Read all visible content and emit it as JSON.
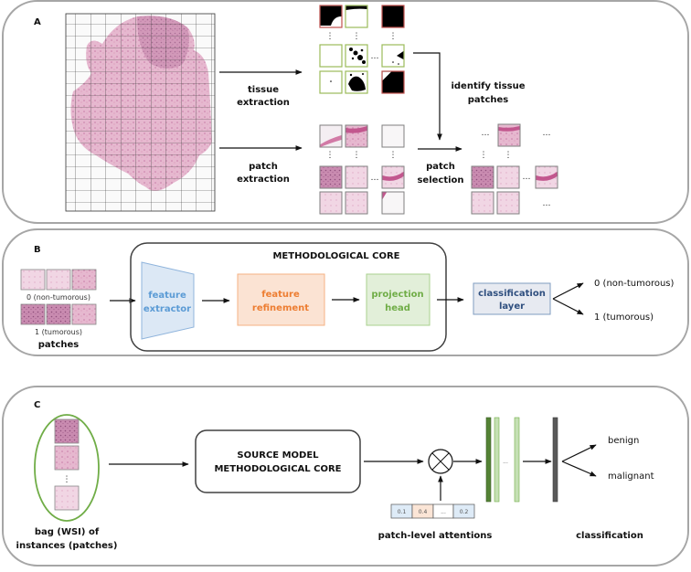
{
  "panels": {
    "a": {
      "letter": "A",
      "labels": {
        "tissue_extraction_1": "tissue",
        "tissue_extraction_2": "extraction",
        "patch_extraction_1": "patch",
        "patch_extraction_2": "extraction",
        "identify_1": "identify tissue",
        "identify_2": "patches",
        "patch_selection_1": "patch",
        "patch_selection_2": "selection"
      },
      "ellipsis": "…",
      "vdots": "⋮"
    },
    "b": {
      "letter": "B",
      "patches_label": "patches",
      "class0_label": "0 (non-tumorous)",
      "class1_label": "1 (tumorous)",
      "core_title": "METHODOLOGICAL CORE",
      "feature_extractor_1": "feature",
      "feature_extractor_2": "extractor",
      "feature_refinement_1": "feature",
      "feature_refinement_2": "refinement",
      "projection_head_1": "projection",
      "projection_head_2": "head",
      "classification_layer_1": "classification",
      "classification_layer_2": "layer",
      "output_0": "0 (non-tumorous)",
      "output_1": "1 (tumorous)",
      "colors": {
        "extractor_fill": "#dce8f5",
        "extractor_stroke": "#8fb4dc",
        "extractor_text": "#5b9bd5",
        "refinement_fill": "#fbe3d3",
        "refinement_stroke": "#f4b183",
        "refinement_text": "#ed7d31",
        "projection_fill": "#e2efd9",
        "projection_stroke": "#a9d18e",
        "projection_text": "#70ad47",
        "classification_fill": "#e7eaf1",
        "classification_stroke": "#7f9cc0",
        "classification_text": "#2f4f7f"
      }
    },
    "c": {
      "letter": "C",
      "bag_label_1": "bag (WSI) of",
      "bag_label_2": "instances (patches)",
      "core_1": "SOURCE MODEL",
      "core_2": "METHODOLOGICAL CORE",
      "attentions": [
        "0.1",
        "0.4",
        "...",
        "0.2"
      ],
      "attentions_label": "patch-level attentions",
      "layer_ellipsis": "...",
      "output_benign": "benign",
      "output_malignant": "malignant",
      "classification_label": "classification",
      "colors": {
        "bag_ellipse": "#70ad47",
        "dense_dark": "#548235",
        "dense_light": "#c5e0b4",
        "classifier": "#595959",
        "att_blue": "#deebf7",
        "att_orange": "#fbe5d6"
      }
    }
  }
}
